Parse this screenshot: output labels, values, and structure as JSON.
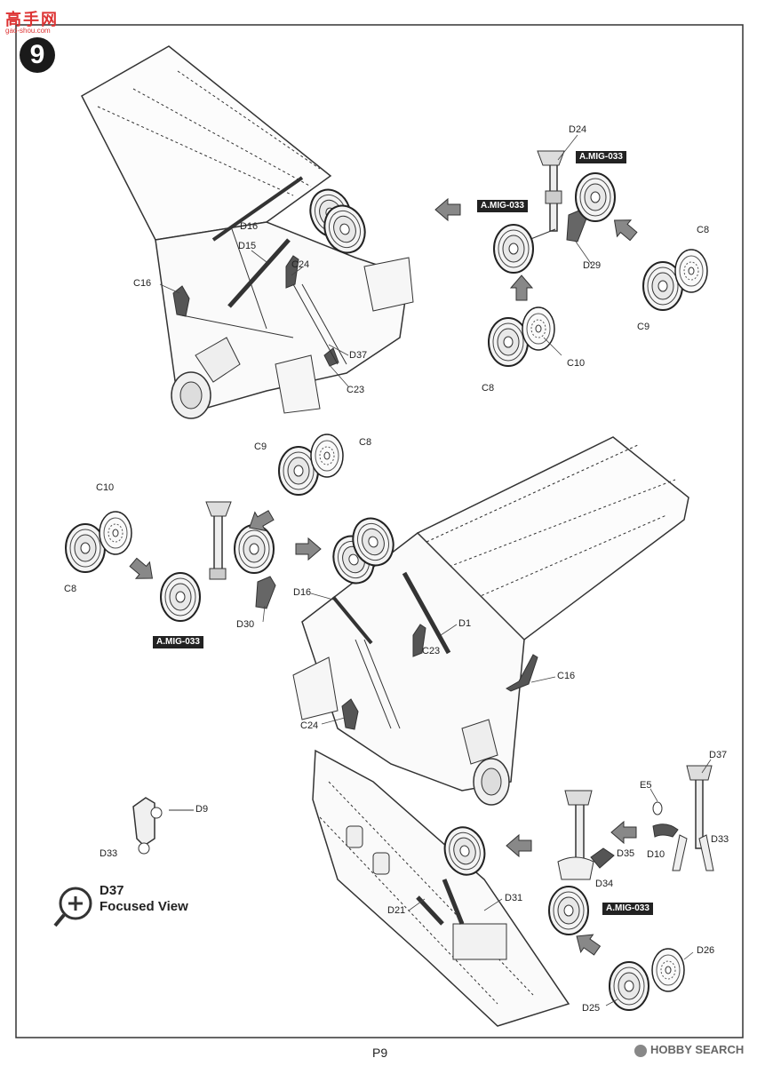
{
  "watermark": {
    "site_name": "高手网",
    "site_url": "gao-shou.com"
  },
  "step": {
    "number": "9"
  },
  "labels": {
    "top_left": {
      "d16": "D16",
      "d15": "D15",
      "c24": "C24",
      "c16": "C16",
      "d37": "D37",
      "c23": "C23"
    },
    "top_right": {
      "d24": "D24",
      "tag_a": "A.MIG-033",
      "tag_b": "A.MIG-033",
      "d29": "D29",
      "c8a": "C8",
      "c9": "C9",
      "c10": "C10",
      "c8b": "C8"
    },
    "middle_left": {
      "c9": "C9",
      "c8a": "C8",
      "c10": "C10",
      "c8b": "C8",
      "tag": "A.MIG-033",
      "d30": "D30"
    },
    "middle_right": {
      "d16": "D16",
      "d1": "D1",
      "c23": "C23",
      "c16": "C16",
      "c24": "C24"
    },
    "bottom": {
      "d9": "D9",
      "d33a": "D33",
      "d37": "D37",
      "e5": "E5",
      "d33b": "D33",
      "d10": "D10",
      "d35": "D35",
      "d34": "D34",
      "tag": "A.MIG-033",
      "d31": "D31",
      "d21": "D21",
      "d26": "D26",
      "d25": "D25"
    }
  },
  "focused_view": {
    "part": "D37",
    "caption": "Focused View"
  },
  "footer": {
    "page": "P9",
    "brand": "HOBBY SEARCH"
  }
}
